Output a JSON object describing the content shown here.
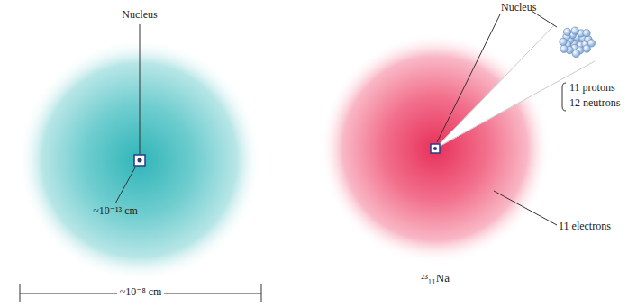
{
  "diagram": {
    "labels": [
      "Nucleus",
      "~10⁻¹³ cm",
      "~10⁻⁸ cm",
      "Nucleus",
      "11 protons",
      "12 neutrons",
      "11 electrons",
      "²³₁₁Na"
    ]
  }
}
